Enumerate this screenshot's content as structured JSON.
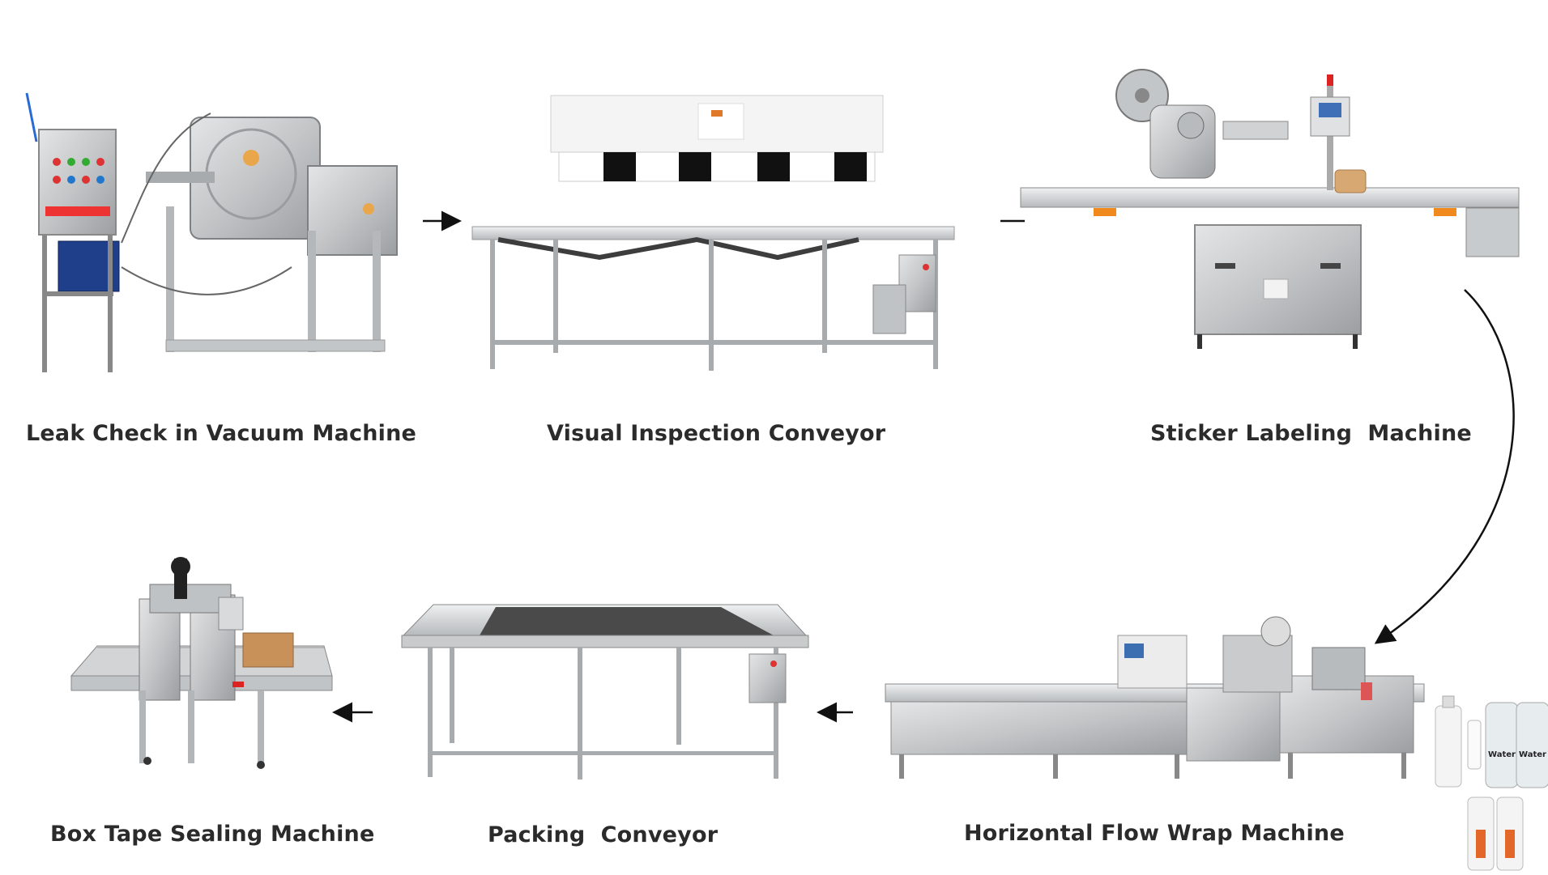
{
  "process_steps": [
    {
      "id": "leak",
      "label": "Leak Check in Vacuum Machine"
    },
    {
      "id": "visual",
      "label": "Visual Inspection Conveyor"
    },
    {
      "id": "sticker",
      "label": "Sticker Labeling  Machine"
    },
    {
      "id": "flow",
      "label": "Horizontal Flow Wrap Machine"
    },
    {
      "id": "packing",
      "label": "Packing  Conveyor"
    },
    {
      "id": "box",
      "label": "Box Tape Sealing Machine"
    }
  ],
  "product_labels": {
    "bottle_text": "Water"
  },
  "colors": {
    "steel": "#c9cbcd",
    "steel_dark": "#8e9194",
    "text": "#2b2b2b",
    "belt": "#4a4a4a",
    "box": "#c9915a"
  }
}
